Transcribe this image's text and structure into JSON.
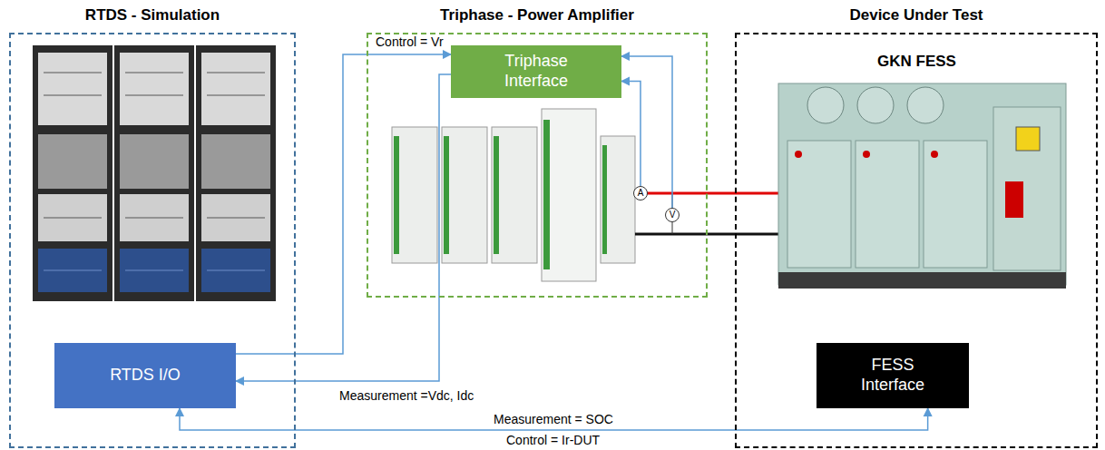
{
  "diagram": {
    "nodes": [
      {
        "text": [
          "RTDS - Simulation"
        ]
      },
      {
        "text": [
          "RTDS I/O"
        ],
        "in": 0
      },
      {
        "text": [
          "Triphase - Power Amplifier"
        ]
      },
      {
        "text": [
          "Triphase Interface"
        ],
        "in": 2
      },
      {
        "text": [
          "A"
        ],
        "in": 2
      },
      {
        "text": [
          "V"
        ],
        "in": 2
      },
      {
        "text": [
          "Device Under Test"
        ]
      },
      {
        "text": [
          "FESS Interface"
        ],
        "in": 6
      }
    ],
    "edges": [
      {
        "from": 1,
        "to": 3,
        "arrow": "to",
        "label": "Control = Vr"
      },
      {
        "from": 3,
        "to": 1,
        "arrow": "to",
        "label": "Measurement =Vdc, Idc"
      },
      {
        "from": 4,
        "to": 3,
        "arrow": "to"
      },
      {
        "from": 5,
        "to": 3,
        "arrow": "to"
      },
      {
        "from": 1,
        "to": 7,
        "arrow": "both",
        "label": "Measurement = SOC"
      }
    ],
    "labels": [
      "GKN FESS",
      "Control = Ir-DUT"
    ]
  }
}
